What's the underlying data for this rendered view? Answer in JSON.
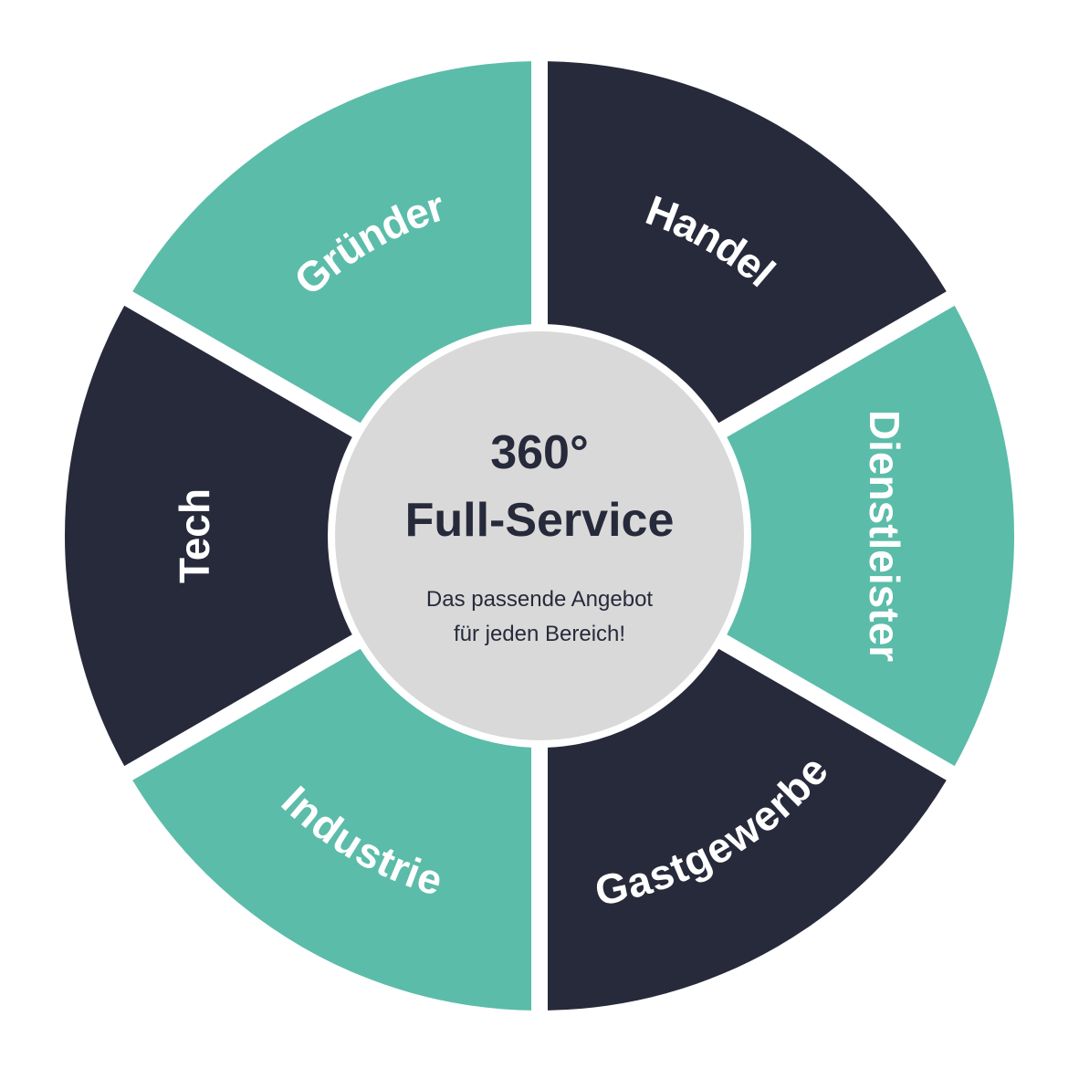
{
  "colors": {
    "teal": "#5bbca9",
    "navy": "#272a3b",
    "center": "#d9d9d9",
    "background": "#ffffff"
  },
  "center": {
    "title_line1": "360°",
    "title_line2": "Full-Service",
    "subtitle_line1": "Das passende Angebot",
    "subtitle_line2": "für jeden Bereich!"
  },
  "segments": [
    {
      "label": "Handel",
      "color": "navy"
    },
    {
      "label": "Dienstleister",
      "color": "teal"
    },
    {
      "label": "Gastgewerbe",
      "color": "navy"
    },
    {
      "label": "Industrie",
      "color": "teal"
    },
    {
      "label": "Tech",
      "color": "navy"
    },
    {
      "label": "Gründer",
      "color": "teal"
    }
  ]
}
